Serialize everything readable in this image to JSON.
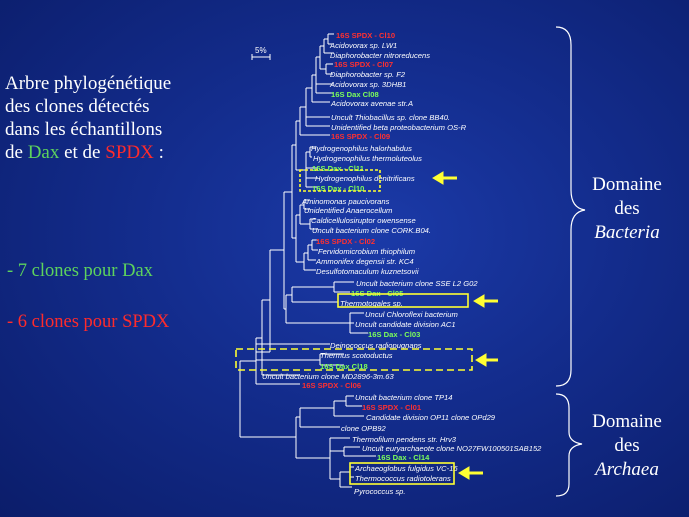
{
  "title": {
    "line1": "Arbre phylogénétique",
    "line2": "des clones détectés",
    "line3": "dans les échantillons",
    "line4_prefix": "de",
    "dax": "Dax",
    "mid": "et de",
    "spdx": "SPDX",
    "suffix": ":"
  },
  "bullets": {
    "dax": "- 7 clones pour Dax",
    "spdx": "- 6 clones pour SPDX"
  },
  "domains": {
    "bacteria": {
      "line1": "Domaine",
      "line2": "des",
      "line3": "Bacteria"
    },
    "archaea": {
      "line1": "Domaine",
      "line2": "des",
      "line3": "Archaea"
    }
  },
  "scale_bar": "5%",
  "colors": {
    "dax": "#7cff5a",
    "spdx": "#ff3030",
    "highlight": "#ffff33",
    "text": "#ffffff"
  },
  "leaves": [
    {
      "label": "16S SPDX - Cl10",
      "kind": "spdx"
    },
    {
      "label": "Acidovorax sp. LW1",
      "kind": "ref"
    },
    {
      "label": "Diaphorobacter nitroreducens",
      "kind": "ref"
    },
    {
      "label": "16S SPDX - Cl07",
      "kind": "spdx"
    },
    {
      "label": "Diaphorobacter sp. F2",
      "kind": "ref"
    },
    {
      "label": "Acidovorax sp. 3DHB1",
      "kind": "ref"
    },
    {
      "label": "16S Dax Cl08",
      "kind": "dax"
    },
    {
      "label": "Acidovorax avenae str.A",
      "kind": "ref"
    },
    {
      "label": "Uncult Thiobacillus sp. clone BB40.",
      "kind": "ref"
    },
    {
      "label": "Unidentified beta proteobacterium OS-R",
      "kind": "ref"
    },
    {
      "label": "16S SPDX - Cl09",
      "kind": "spdx"
    },
    {
      "label": "Hydrogenophilus halorhabdus",
      "kind": "ref"
    },
    {
      "label": "Hydrogenophilus thermoluteolus",
      "kind": "ref"
    },
    {
      "label": "16S Dax - Cl11",
      "kind": "dax"
    },
    {
      "label": "Hydrogenophilus denitrificans",
      "kind": "ref"
    },
    {
      "label": "16S Dax - Cl10",
      "kind": "dax"
    },
    {
      "label": "Aminomonas paucivorans",
      "kind": "ref"
    },
    {
      "label": "Unidentified Anaerocellum",
      "kind": "ref"
    },
    {
      "label": "Caldicellulosiruptor owensense",
      "kind": "ref"
    },
    {
      "label": "Uncult bacterium clone CORK.B04.",
      "kind": "ref"
    },
    {
      "label": "16S SPDX - Cl02",
      "kind": "spdx"
    },
    {
      "label": "Fervidomicrobium thiophilum",
      "kind": "ref"
    },
    {
      "label": "Ammonifex degensii str. KC4",
      "kind": "ref"
    },
    {
      "label": "Desulfotomaculum kuznetsovii",
      "kind": "ref"
    },
    {
      "label": "Uncult bacterium clone SSE L2 G02",
      "kind": "ref"
    },
    {
      "label": "16S Dax - Cl05",
      "kind": "dax"
    },
    {
      "label": "Thermotogales sp.",
      "kind": "ref"
    },
    {
      "label": "Uncul Chloroflexi bacterium",
      "kind": "ref"
    },
    {
      "label": "Uncult candidate division AC1",
      "kind": "ref"
    },
    {
      "label": "16S Dax - Cl03",
      "kind": "dax"
    },
    {
      "label": "Deinococcus radiopugnans",
      "kind": "ref"
    },
    {
      "label": "Thermus scotoductus",
      "kind": "ref"
    },
    {
      "label": "16S Dax Cl18",
      "kind": "dax"
    },
    {
      "label": "Uncult bacterium clone MD2896-3m.63",
      "kind": "ref"
    },
    {
      "label": "16S SPDX - Cl06",
      "kind": "spdx"
    },
    {
      "label": "Uncult bacterium clone TP14",
      "kind": "ref"
    },
    {
      "label": "16S SPDX - Cl01",
      "kind": "spdx"
    },
    {
      "label": "Candidate division OP11 clone OPd29",
      "kind": "ref"
    },
    {
      "label": "clone OPB92",
      "kind": "ref"
    },
    {
      "label": "Thermofilum pendens str. Hrv3",
      "kind": "ref"
    },
    {
      "label": "Uncult euryarchaeote clone NO27FW100501SAB152",
      "kind": "ref"
    },
    {
      "label": "16S Dax - Cl14",
      "kind": "dax"
    },
    {
      "label": "Archaeoglobus fulgidus VC-16",
      "kind": "ref"
    },
    {
      "label": "Thermococcus radiotolerans",
      "kind": "ref"
    },
    {
      "label": "Pyrococcus sp.",
      "kind": "ref"
    }
  ]
}
